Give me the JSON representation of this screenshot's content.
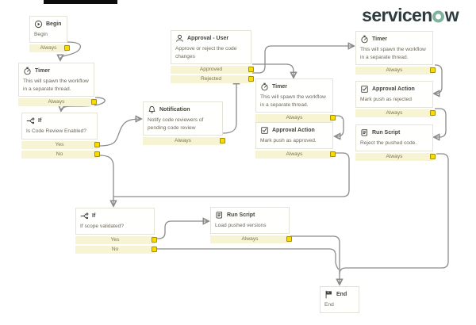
{
  "logo": {
    "full_text": "servicenow",
    "prefix": "servicen",
    "suffix": "w",
    "ring_color": "#7fb3a0",
    "text_color": "#2e3c40"
  },
  "colors": {
    "row_bg": "#f7f4d3",
    "connector_fill": "#fada00",
    "connector_border": "#a39200",
    "line": "#8c8c8c",
    "node_border": "#e3e3d8"
  },
  "row_labels": {
    "always": "Always",
    "yes": "Yes",
    "no": "No",
    "approved": "Approved",
    "rejected": "Rejected"
  },
  "nodes": [
    {
      "id": "begin",
      "icon": "begin-icon",
      "title": "Begin",
      "body": "Begin",
      "rows": [
        "Always"
      ]
    },
    {
      "id": "timer-1",
      "icon": "timer-icon",
      "title": "Timer",
      "body": "This will spawn the workflow in a separate thread.",
      "rows": [
        "Always"
      ]
    },
    {
      "id": "if-1",
      "icon": "if-icon",
      "title": "If",
      "body": "Is Code Review Enabled?",
      "rows": [
        "Yes",
        "No"
      ]
    },
    {
      "id": "notification",
      "icon": "bell-icon",
      "title": "Notification",
      "body": "Notify code reviewers of pending code review",
      "rows": [
        "Always"
      ]
    },
    {
      "id": "approval-user",
      "icon": "user-icon",
      "title": "Approval - User",
      "body": "Approve or reject the code changes",
      "rows": [
        "Approved",
        "Rejected"
      ]
    },
    {
      "id": "timer-2",
      "icon": "timer-icon",
      "title": "Timer",
      "body": "This will spawn the workflow in a separate thread.",
      "rows": [
        "Always"
      ]
    },
    {
      "id": "approval-action-1",
      "icon": "checkbox-icon",
      "title": "Approval Action",
      "body": "Mark push as approved.",
      "rows": [
        "Always"
      ]
    },
    {
      "id": "timer-3",
      "icon": "timer-icon",
      "title": "Timer",
      "body": "This will spawn the workflow in a separate thread.",
      "rows": [
        "Always"
      ]
    },
    {
      "id": "approval-action-2",
      "icon": "checkbox-icon",
      "title": "Approval Action",
      "body": "Mark push as rejected",
      "rows": [
        "Always"
      ]
    },
    {
      "id": "run-script-1",
      "icon": "script-icon",
      "title": "Run Script",
      "body": "Reject the pushed code.",
      "rows": [
        "Always"
      ]
    },
    {
      "id": "if-2",
      "icon": "if-icon",
      "title": "If",
      "body": "If scope validated?",
      "rows": [
        "Yes",
        "No"
      ]
    },
    {
      "id": "run-script-2",
      "icon": "script-icon",
      "title": "Run Script",
      "body": "Load pushed versions",
      "rows": [
        "Always"
      ]
    },
    {
      "id": "end",
      "icon": "end-icon",
      "title": "End",
      "body": "End",
      "rows": []
    }
  ]
}
